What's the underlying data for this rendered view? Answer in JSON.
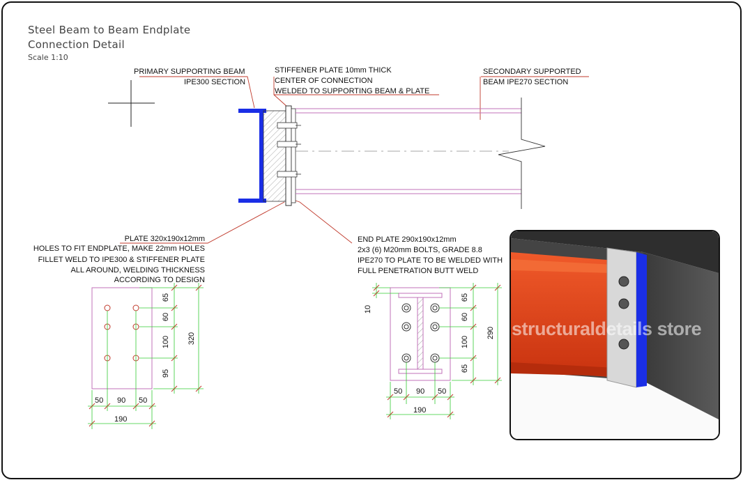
{
  "header": {
    "title_line1": "Steel Beam to Beam Endplate",
    "title_line2": "Connection Detail",
    "scale": "Scale 1:10"
  },
  "labels": {
    "primary_1": "PRIMARY SUPPORTING BEAM",
    "primary_2": "IPE300 SECTION",
    "stiffener_1": "STIFFENER PLATE 10mm THICK",
    "stiffener_2": "CENTER OF CONNECTION",
    "stiffener_3": "WELDED TO SUPPORTING BEAM & PLATE",
    "secondary_1": "SECONDARY SUPPORTED",
    "secondary_2": "BEAM IPE270 SECTION",
    "plate_1": "PLATE 320x190x12mm",
    "plate_2": "HOLES TO FIT ENDPLATE, MAKE 22mm HOLES",
    "plate_3": "FILLET WELD TO IPE300 & STIFFENER PLATE",
    "plate_4": "ALL AROUND, WELDING THICKNESS",
    "plate_5": "ACCORDING TO DESIGN",
    "endplate_1": "END PLATE 290x190x12mm",
    "endplate_2": "2x3 (6) M20mm BOLTS, GRADE 8.8",
    "endplate_3": "IPE270 TO PLATE TO BE WELDED WITH",
    "endplate_4": "FULL PENETRATION BUTT WELD"
  },
  "plate_dims": {
    "v1": "65",
    "v2": "60",
    "v3": "100",
    "v4": "95",
    "total": "320",
    "h1": "50",
    "h2": "90",
    "h3": "50",
    "width": "190"
  },
  "endplate_dims": {
    "top": "10",
    "v1": "65",
    "v2": "60",
    "v3": "100",
    "v4": "65",
    "total": "290",
    "h1": "50",
    "h2": "90",
    "h3": "50",
    "width": "190"
  },
  "watermark": "structuraldetails store",
  "colors": {
    "primary_beam": "#1a2ee6",
    "secondary_beam_photo": "#e8401c",
    "leader_line": "#c0392b",
    "beam_line": "#c070b8",
    "dim_line": "#33cc33"
  }
}
